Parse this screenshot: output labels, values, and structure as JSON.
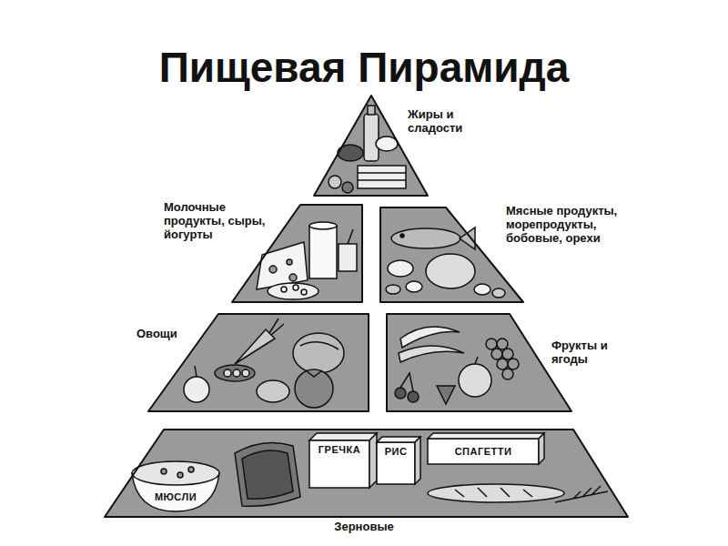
{
  "diagram": {
    "title": "Пищевая Пирамида",
    "nodes": [
      {
        "text": [
          "Жиры и сладости"
        ]
      },
      {
        "text": [
          "Молочные продукты, сыры, йогурты"
        ]
      },
      {
        "text": [
          "Мясные продукты, морепродукты, бобовые, орехи"
        ]
      },
      {
        "text": [
          "Овощи"
        ]
      },
      {
        "text": [
          "Фрукты и ягоды"
        ]
      },
      {
        "text": [
          "Зерновые"
        ]
      }
    ],
    "labels": [
      "МЮСЛИ",
      "ГРЕЧКА",
      "РИС",
      "СПАГЕТТИ"
    ]
  }
}
